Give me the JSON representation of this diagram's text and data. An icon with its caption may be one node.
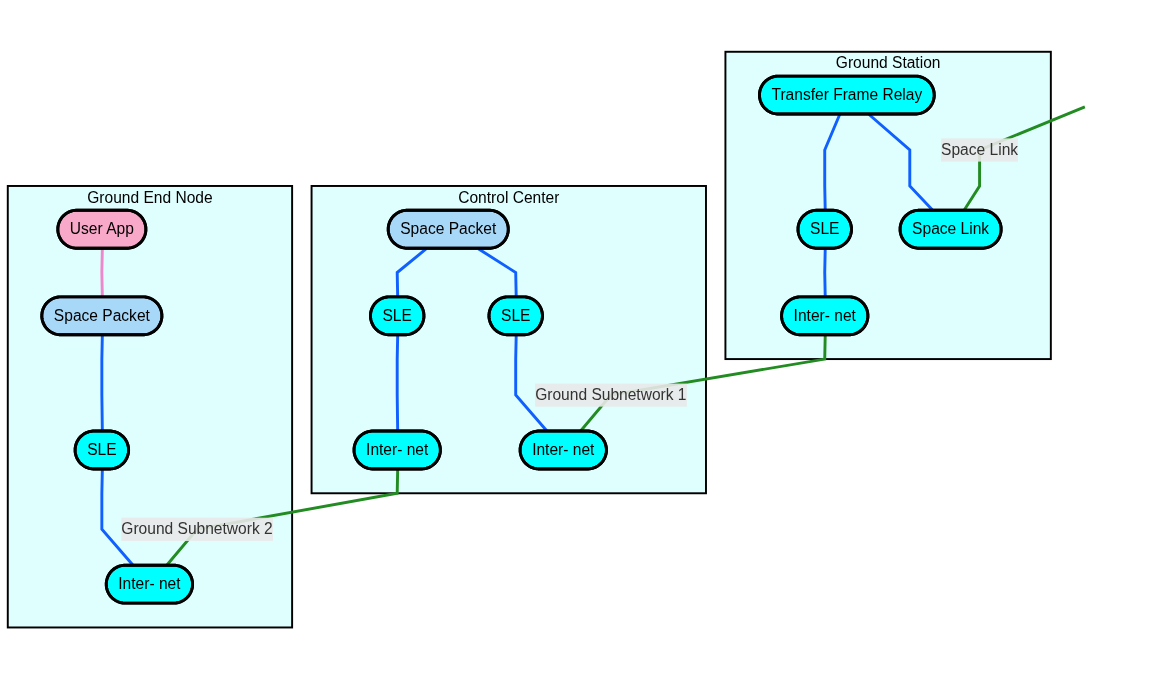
{
  "diagram": {
    "nodes": [
      {
        "text": [
          "Ground Station"
        ]
      },
      {
        "text": [
          "Transfer Frame Relay"
        ],
        "in": 0
      },
      {
        "text": [
          "SLE"
        ],
        "in": 0
      },
      {
        "text": [
          "Space Link"
        ],
        "in": 0
      },
      {
        "text": [
          "Inter- net"
        ],
        "in": 0
      },
      {
        "text": [
          "Control Center"
        ]
      },
      {
        "text": [
          "Space Packet"
        ],
        "in": 5
      },
      {
        "text": [
          "SLE"
        ],
        "in": 5
      },
      {
        "text": [
          "SLE"
        ],
        "in": 5
      },
      {
        "text": [
          "Inter- net"
        ],
        "in": 5
      },
      {
        "text": [
          "Inter- net"
        ],
        "in": 5
      },
      {
        "text": [
          "Ground End Node"
        ]
      },
      {
        "text": [
          "User App"
        ],
        "in": 11
      },
      {
        "text": [
          "Space Packet"
        ],
        "in": 11
      },
      {
        "text": [
          "SLE"
        ],
        "in": 11
      },
      {
        "text": [
          "Inter- net"
        ],
        "in": 11
      }
    ],
    "edges": [
      {
        "from": 1,
        "to": 3,
        "arrow": "none"
      },
      {
        "from": 1,
        "to": 2,
        "arrow": "none"
      },
      {
        "from": 2,
        "to": 4,
        "arrow": "none"
      },
      {
        "from": 6,
        "to": 7,
        "arrow": "none"
      },
      {
        "from": 6,
        "to": 8,
        "arrow": "none"
      },
      {
        "from": 7,
        "to": 9,
        "arrow": "none"
      },
      {
        "from": 8,
        "to": 10,
        "arrow": "none"
      },
      {
        "from": 12,
        "to": 13,
        "arrow": "none",
        "color": "#ee88cc"
      },
      {
        "from": 13,
        "to": 14,
        "arrow": "none"
      },
      {
        "from": 14,
        "to": 15,
        "arrow": "none"
      },
      {
        "from": null,
        "to": 3,
        "label": "Space Link",
        "arrow": "none",
        "color": "#228b22"
      },
      {
        "from": 4,
        "to": 9,
        "label": "Ground Subnetwork 1",
        "arrow": "none",
        "color": "#228b22"
      },
      {
        "from": 10,
        "to": 15,
        "label": "Ground Subnetwork 2",
        "arrow": "none",
        "color": "#228b22"
      }
    ]
  }
}
